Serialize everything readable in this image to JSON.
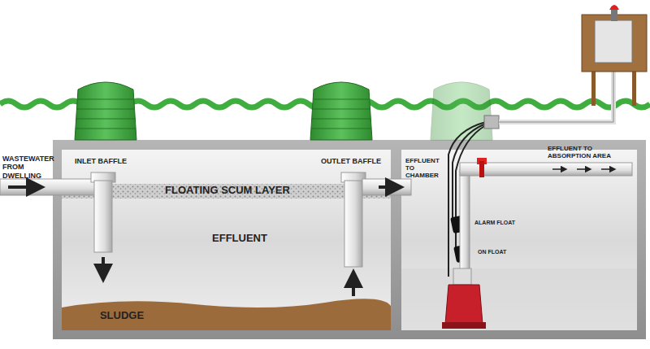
{
  "diagram": {
    "labels": [
      "WASTEWATER FROM DWELLING",
      "INLET BAFFLE",
      "FLOATING SCUM LAYER",
      "OUTLET BAFFLE",
      "EFFLUENT TO CHAMBER",
      "EFFLUENT TO ABSORPTION AREA",
      "EFFLUENT",
      "ALARM FLOAT",
      "ON FLOAT",
      "SLUDGE"
    ]
  }
}
